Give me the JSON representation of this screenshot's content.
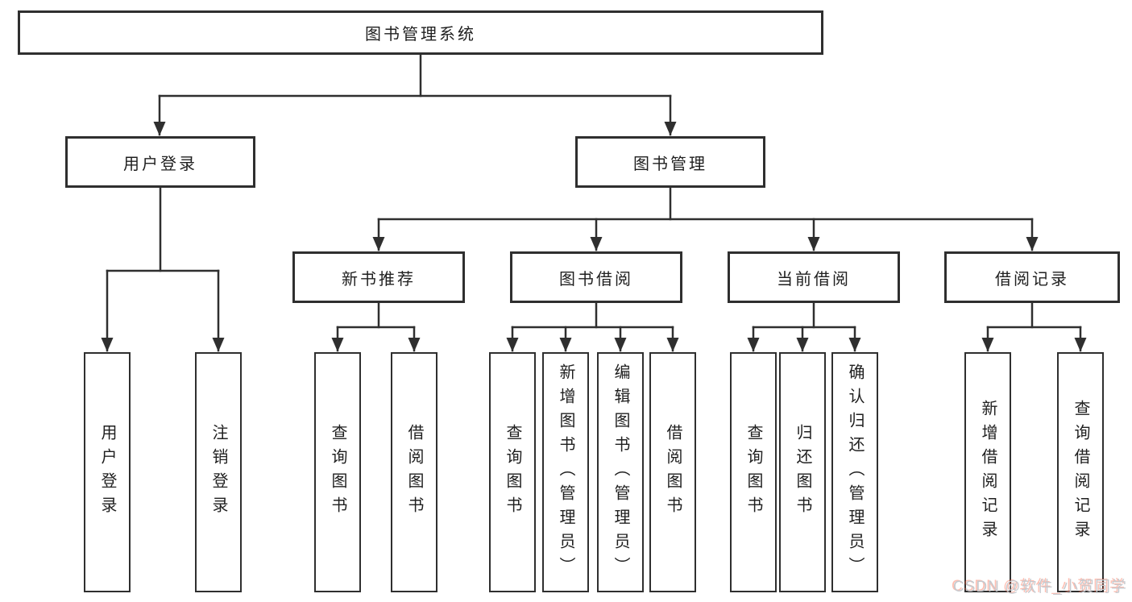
{
  "nodes": {
    "root": {
      "label": "图书管理系统"
    },
    "user_login": {
      "label": "用户登录",
      "children": [
        "用户登录",
        "注销登录"
      ]
    },
    "book_mgmt": {
      "label": "图书管理"
    },
    "new_book_rec": {
      "label": "新书推荐",
      "children": [
        "查询图书",
        "借阅图书"
      ]
    },
    "book_borrow": {
      "label": "图书借阅",
      "children": [
        "查询图书",
        "新增图书（管理员）",
        "编辑图书（管理员）",
        "借阅图书"
      ]
    },
    "current_borrow": {
      "label": "当前借阅",
      "children": [
        "查询图书",
        "归还图书",
        "确认归还（管理员）"
      ]
    },
    "borrow_record": {
      "label": "借阅记录",
      "children": [
        "新增借阅记录",
        "查询借阅记录"
      ]
    }
  },
  "watermark": "CSDN @软件_小贺同学",
  "colors": {
    "line": "#2f2f2f",
    "text": "#1f1f1f",
    "background": "#ffffff",
    "watermark_text": "#c6c9ce",
    "watermark_shadow": "#fc5531"
  }
}
